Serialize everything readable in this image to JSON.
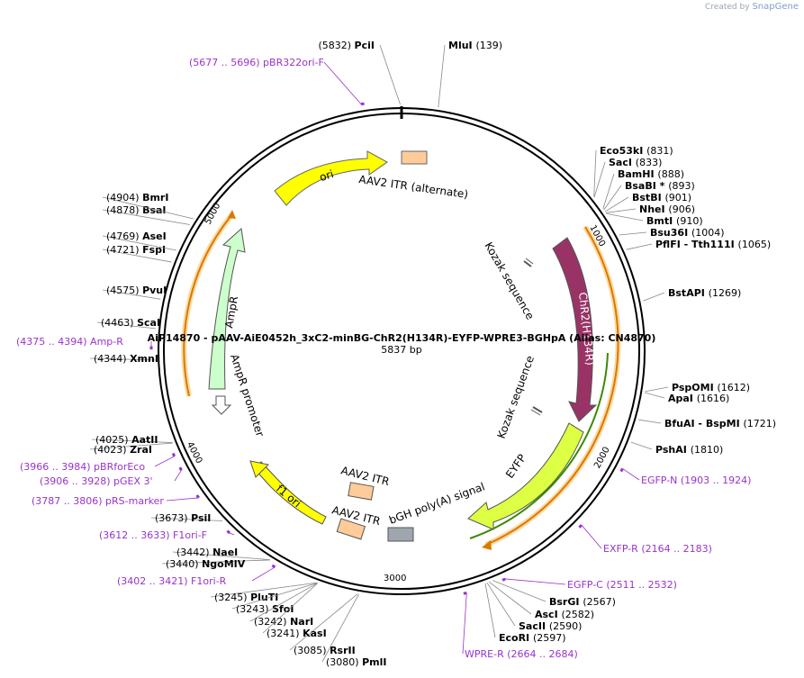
{
  "brand": {
    "created_by": "Created by",
    "product": "SnapGene"
  },
  "plasmid": {
    "name": "AiP14870 - pAAV-AiE0452h_3xC2-minBG-ChR2(H134R)-EYFP-WPRE3-BGHpA (Alias: CN4870)",
    "length": "5837 bp",
    "total_bp": 5837,
    "ticks": [
      "1000",
      "2000",
      "3000",
      "4000",
      "5000"
    ]
  },
  "enzymes": [
    {
      "pos": "(5832)",
      "name": "PciI",
      "bp": 5832
    },
    {
      "pos": "(139)",
      "name": "MluI",
      "bp": 139
    },
    {
      "pos": "(831)",
      "name": "Eco53kI",
      "bp": 831
    },
    {
      "pos": "(833)",
      "name": "SacI",
      "bp": 833
    },
    {
      "pos": "(888)",
      "name": "BamHI",
      "bp": 888
    },
    {
      "pos": "(893)",
      "name": "BsaBI *",
      "bp": 893
    },
    {
      "pos": "(901)",
      "name": "BstBI",
      "bp": 901
    },
    {
      "pos": "(906)",
      "name": "NheI",
      "bp": 906
    },
    {
      "pos": "(910)",
      "name": "BmtI",
      "bp": 910
    },
    {
      "pos": "(1004)",
      "name": "Bsu36I",
      "bp": 1004
    },
    {
      "pos": "(1065)",
      "name": "PflFI - Tth111I",
      "bp": 1065
    },
    {
      "pos": "(1269)",
      "name": "BstAPI",
      "bp": 1269
    },
    {
      "pos": "(1612)",
      "name": "PspOMI",
      "bp": 1612
    },
    {
      "pos": "(1616)",
      "name": "ApaI",
      "bp": 1616
    },
    {
      "pos": "(1721)",
      "name": "BfuAI - BspMI",
      "bp": 1721
    },
    {
      "pos": "(1810)",
      "name": "PshAI",
      "bp": 1810
    },
    {
      "pos": "(2567)",
      "name": "BsrGI",
      "bp": 2567
    },
    {
      "pos": "(2582)",
      "name": "AscI",
      "bp": 2582
    },
    {
      "pos": "(2590)",
      "name": "SacII",
      "bp": 2590
    },
    {
      "pos": "(2597)",
      "name": "EcoRI",
      "bp": 2597
    },
    {
      "pos": "(3085)",
      "name": "RsrII",
      "bp": 3085
    },
    {
      "pos": "(3080)",
      "name": "PmlI",
      "bp": 3080
    },
    {
      "pos": "(3245)",
      "name": "PluTI",
      "bp": 3245
    },
    {
      "pos": "(3243)",
      "name": "SfoI",
      "bp": 3243
    },
    {
      "pos": "(3242)",
      "name": "NarI",
      "bp": 3242
    },
    {
      "pos": "(3241)",
      "name": "KasI",
      "bp": 3241
    },
    {
      "pos": "(3442)",
      "name": "NaeI",
      "bp": 3442
    },
    {
      "pos": "(3440)",
      "name": "NgoMIV",
      "bp": 3440
    },
    {
      "pos": "(3673)",
      "name": "PsiI",
      "bp": 3673
    },
    {
      "pos": "(4025)",
      "name": "AatII",
      "bp": 4025
    },
    {
      "pos": "(4023)",
      "name": "ZraI",
      "bp": 4023
    },
    {
      "pos": "(4344)",
      "name": "XmnI",
      "bp": 4344
    },
    {
      "pos": "(4463)",
      "name": "ScaI",
      "bp": 4463
    },
    {
      "pos": "(4575)",
      "name": "PvuI",
      "bp": 4575
    },
    {
      "pos": "(4721)",
      "name": "FspI",
      "bp": 4721
    },
    {
      "pos": "(4769)",
      "name": "AseI",
      "bp": 4769
    },
    {
      "pos": "(4878)",
      "name": "BsaI",
      "bp": 4878
    },
    {
      "pos": "(4904)",
      "name": "BmrI",
      "bp": 4904
    }
  ],
  "primers": [
    {
      "range": "(5677 .. 5696)",
      "name": "pBR322ori-F",
      "bp": 5686
    },
    {
      "range": "EGFP-N",
      "name": "(1903 .. 1924)",
      "bp": 1913
    },
    {
      "range": "EXFP-R",
      "name": "(2164 .. 2183)",
      "bp": 2173
    },
    {
      "range": "EGFP-C",
      "name": "(2511 .. 2532)",
      "bp": 2521
    },
    {
      "range": "WPRE-R",
      "name": "(2664 .. 2684)",
      "bp": 2674
    },
    {
      "range": "(3402 .. 3421)",
      "name": "F1ori-R",
      "bp": 3411
    },
    {
      "range": "(3612 .. 3633)",
      "name": "F1ori-F",
      "bp": 3622
    },
    {
      "range": "(3787 .. 3806)",
      "name": "pRS-marker",
      "bp": 3796
    },
    {
      "range": "(3906 .. 3928)",
      "name": "pGEX 3'",
      "bp": 3917
    },
    {
      "range": "(3966 .. 3984)",
      "name": "pBRforEco",
      "bp": 3975
    },
    {
      "range": "(4375 .. 4394)",
      "name": "Amp-R",
      "bp": 4384
    }
  ],
  "features": {
    "ori": "ori",
    "itr_alt": "AAV2 ITR (alternate)",
    "kozak1": "Kozak sequence",
    "kozak2": "Kozak sequence",
    "chr2": "ChR2(H134R)",
    "eyfp": "EYFP",
    "bgh": "bGH poly(A) signal",
    "itr1": "AAV2 ITR",
    "itr2": "AAV2 ITR",
    "f1ori": "f1 ori",
    "ampr": "AmpR",
    "ampr_promoter": "AmpR promoter"
  },
  "colors": {
    "ori": "#ffff00",
    "itr": "#ffcc99",
    "chr2": "#993366",
    "eyfp": "#ddff44",
    "ampr": "#ccffcc",
    "bgh": "#a0a6ad",
    "wpre": "#ff9900",
    "primer": "#9933cc"
  }
}
